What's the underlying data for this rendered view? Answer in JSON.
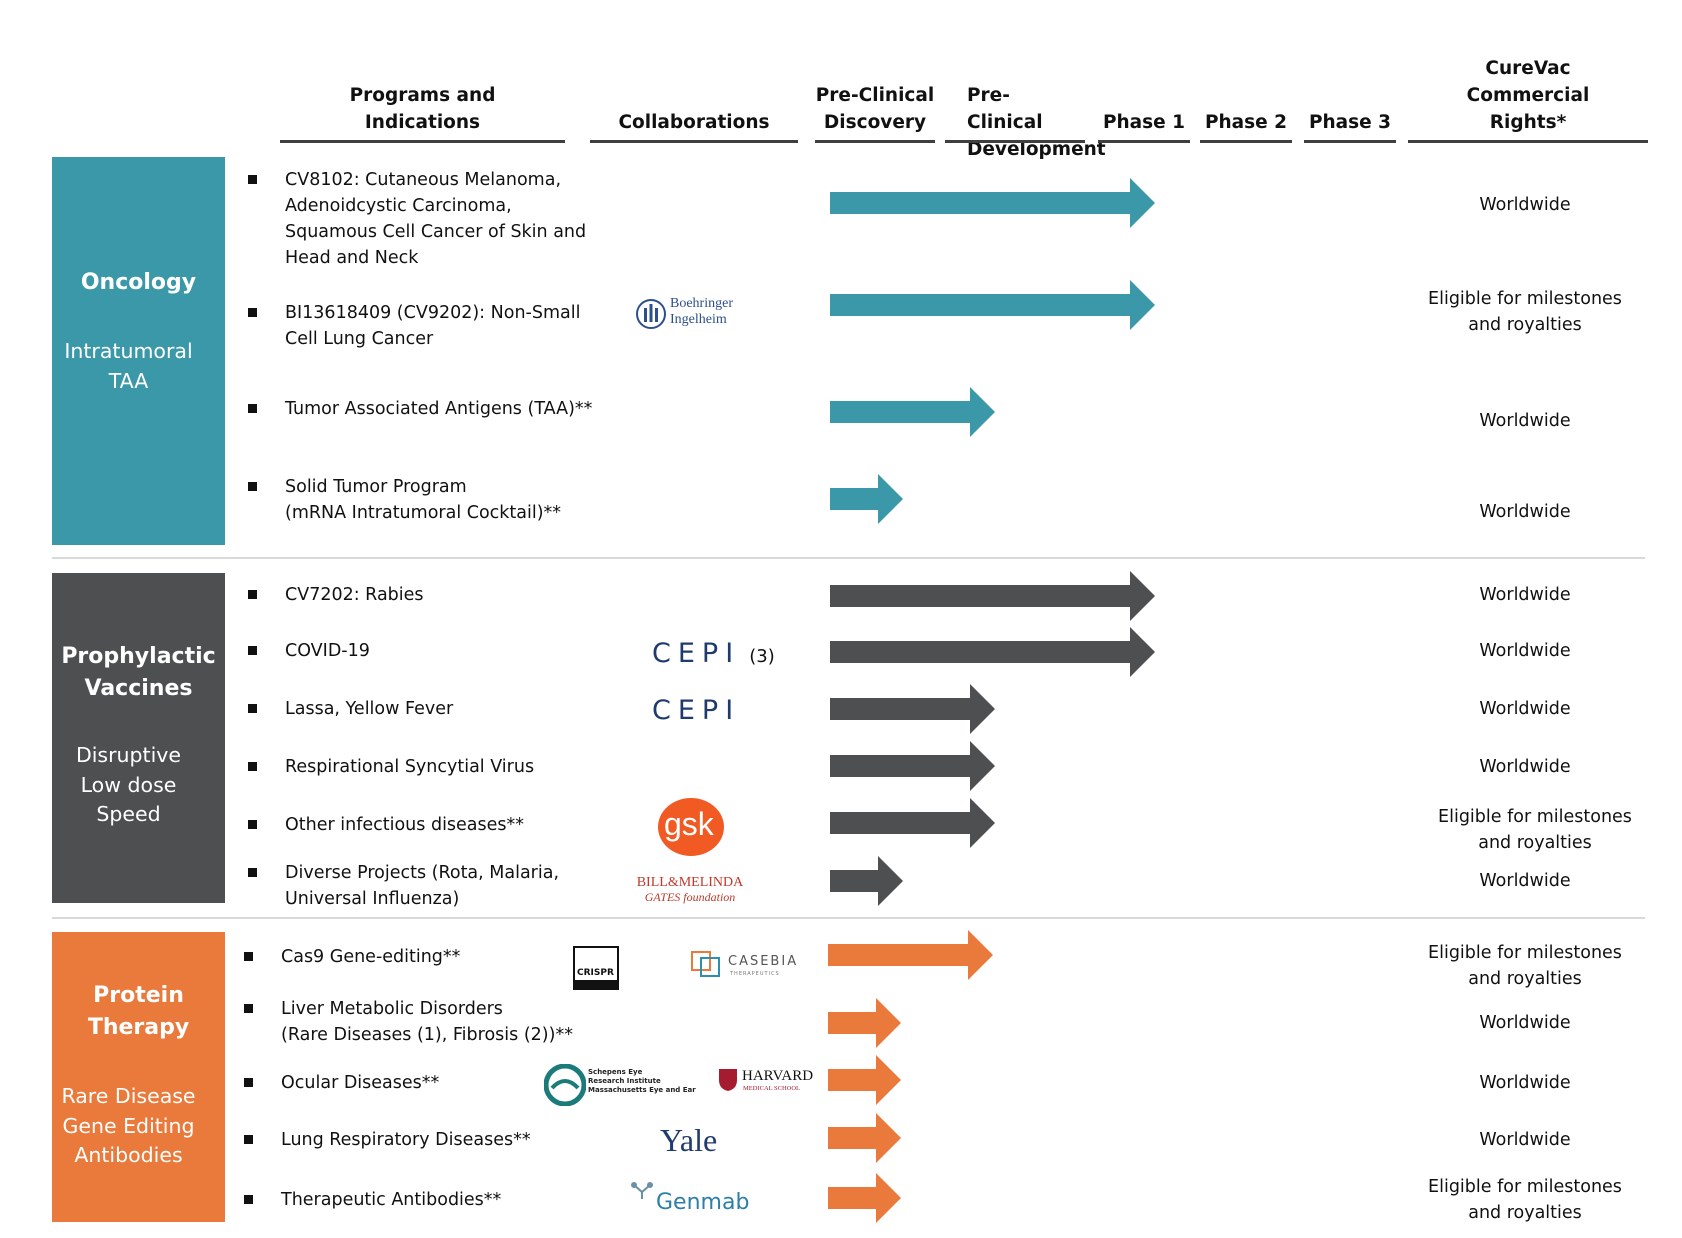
{
  "headers": {
    "programs": "Programs and\nIndications",
    "collaborations": "Collaborations",
    "preclinical_discovery": "Pre-Clinical\nDiscovery",
    "preclinical_development": "Pre-Clinical\nDevelopment",
    "phase1": "Phase 1",
    "phase2": "Phase 2",
    "phase3": "Phase 3",
    "rights": "CureVac\nCommercial\nRights*"
  },
  "categories": {
    "oncology": {
      "title": "Oncology",
      "subtitle": "Intratumoral\nTAA",
      "color": "#3a98a8"
    },
    "vaccines": {
      "title": "Prophylactic\nVaccines",
      "subtitle": "Disruptive\nLow dose\nSpeed",
      "color": "#4d4f51"
    },
    "protein": {
      "title": "Protein\nTherapy",
      "subtitle": "Rare Disease\nGene Editing\nAntibodies",
      "color": "#e97a3b"
    }
  },
  "programs": [
    {
      "name": "CV8102: Cutaneous Melanoma,\nAdenoidcystic Carcinoma,\nSquamous Cell Cancer of Skin and\nHead and Neck",
      "rights": "Worldwide",
      "stage": "Phase 1",
      "category": "oncology"
    },
    {
      "name": "BI13618409 (CV9202): Non-Small\nCell Lung Cancer",
      "rights": "Eligible for milestones\nand royalties",
      "stage": "Phase 1",
      "category": "oncology"
    },
    {
      "name": "Tumor Associated Antigens (TAA)**",
      "rights": "Worldwide",
      "stage": "Pre-Clinical Development",
      "category": "oncology"
    },
    {
      "name": "Solid Tumor Program\n(mRNA Intratumoral Cocktail)**",
      "rights": "Worldwide",
      "stage": "Pre-Clinical Discovery",
      "category": "oncology"
    },
    {
      "name": "CV7202: Rabies",
      "rights": "Worldwide",
      "stage": "Phase 1",
      "category": "vaccines"
    },
    {
      "name": "COVID-19",
      "rights": "Worldwide",
      "stage": "Phase 1",
      "category": "vaccines"
    },
    {
      "name": "Lassa, Yellow Fever",
      "rights": "Worldwide",
      "stage": "Pre-Clinical Development",
      "category": "vaccines"
    },
    {
      "name": "Respirational Syncytial Virus",
      "rights": "Worldwide",
      "stage": "Pre-Clinical Development",
      "category": "vaccines"
    },
    {
      "name": "Other infectious diseases**",
      "rights": "Eligible for milestones\nand royalties",
      "stage": "Pre-Clinical Development",
      "category": "vaccines"
    },
    {
      "name": "Diverse Projects (Rota, Malaria,\nUniversal Influenza)",
      "rights": "Worldwide",
      "stage": "Pre-Clinical Discovery",
      "category": "vaccines"
    },
    {
      "name": "Cas9 Gene-editing**",
      "rights": "Eligible for milestones\nand royalties",
      "stage": "Pre-Clinical Development",
      "category": "protein"
    },
    {
      "name": "Liver Metabolic Disorders\n(Rare Diseases (1), Fibrosis (2))**",
      "rights": "Worldwide",
      "stage": "Pre-Clinical Discovery",
      "category": "protein"
    },
    {
      "name": "Ocular Diseases**",
      "rights": "Worldwide",
      "stage": "Pre-Clinical Discovery",
      "category": "protein"
    },
    {
      "name": "Lung Respiratory Diseases**",
      "rights": "Worldwide",
      "stage": "Pre-Clinical Discovery",
      "category": "protein"
    },
    {
      "name": "Therapeutic Antibodies**",
      "rights": "Eligible for milestones\nand royalties",
      "stage": "Pre-Clinical Discovery",
      "category": "protein"
    }
  ],
  "logos": {
    "boehringer": "Boehringer\nIngelheim",
    "cepi": "CEPI",
    "cepi_note": "(3)",
    "gsk": "gsk",
    "gates_line1": "BILL&MELINDA",
    "gates_line2": "GATES foundation",
    "crispr": "CRISPR",
    "casebia": "CASEBIA",
    "casebia_sub": "THERAPEUTICS",
    "schepens": "Schepens Eye\nResearch Institute\nMassachusetts Eye and Ear",
    "harvard": "HARVARD",
    "harvard_sub": "MEDICAL SCHOOL",
    "yale": "Yale",
    "genmab": "Genmab"
  }
}
